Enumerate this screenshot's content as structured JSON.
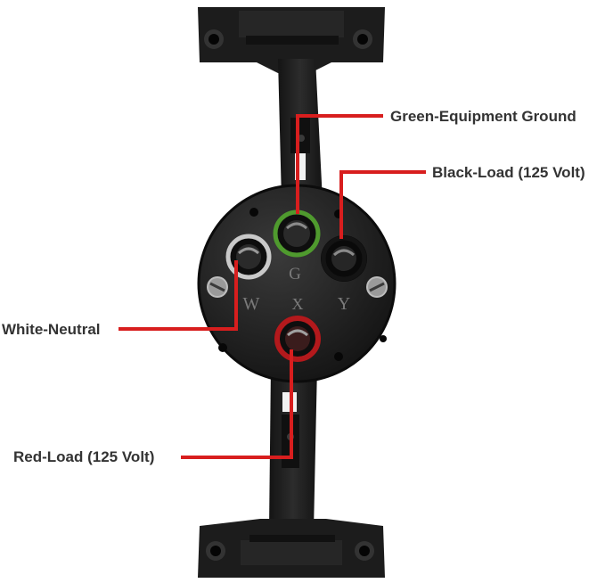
{
  "colors": {
    "leader_line": "#d81e1e",
    "label_text": "#333333",
    "receptacle_body": "#1e1e1e",
    "green_ring": "#4f9a2e",
    "red_ring": "#b3191c",
    "silver_ring": "#c9c9c9",
    "dark_ring": "#141414",
    "background": "#ffffff"
  },
  "labels": {
    "ground": "Green-Equipment Ground",
    "black_load": "Black-Load (125 Volt)",
    "neutral": "White-Neutral",
    "red_load": "Red-Load (125 Volt)"
  },
  "face_letters": {
    "g": "G",
    "w": "W",
    "x": "X",
    "y": "Y"
  }
}
